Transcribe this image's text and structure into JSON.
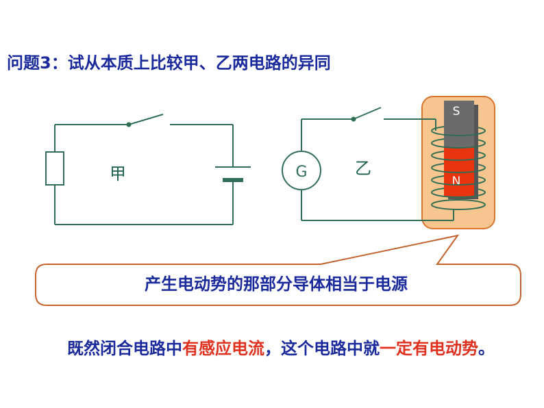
{
  "question": "问题3：试从本质上比较甲、乙两电路的异同",
  "circuit_jia": {
    "label": "甲"
  },
  "circuit_yi": {
    "label": "乙",
    "galvanometer": "G",
    "magnet_top": "S",
    "magnet_bottom": "N"
  },
  "callout": {
    "text": "产生电动势的那部分导体相当于电源"
  },
  "paragraph": {
    "part1": "既然闭合电路中",
    "part2": "有感应电流",
    "part3": "，这个电路中就",
    "part4": "一定有电",
    "part5": "动势",
    "part6": "。"
  },
  "colors": {
    "title_blue": "#1a2a9c",
    "wire_green": "#2f6e55",
    "highlight_red": "#e0301e",
    "callout_border": "#c4622d",
    "magnet_red": "#e8340f",
    "magnet_gray": "#666666",
    "highlight_orange": "#f7c58f"
  }
}
